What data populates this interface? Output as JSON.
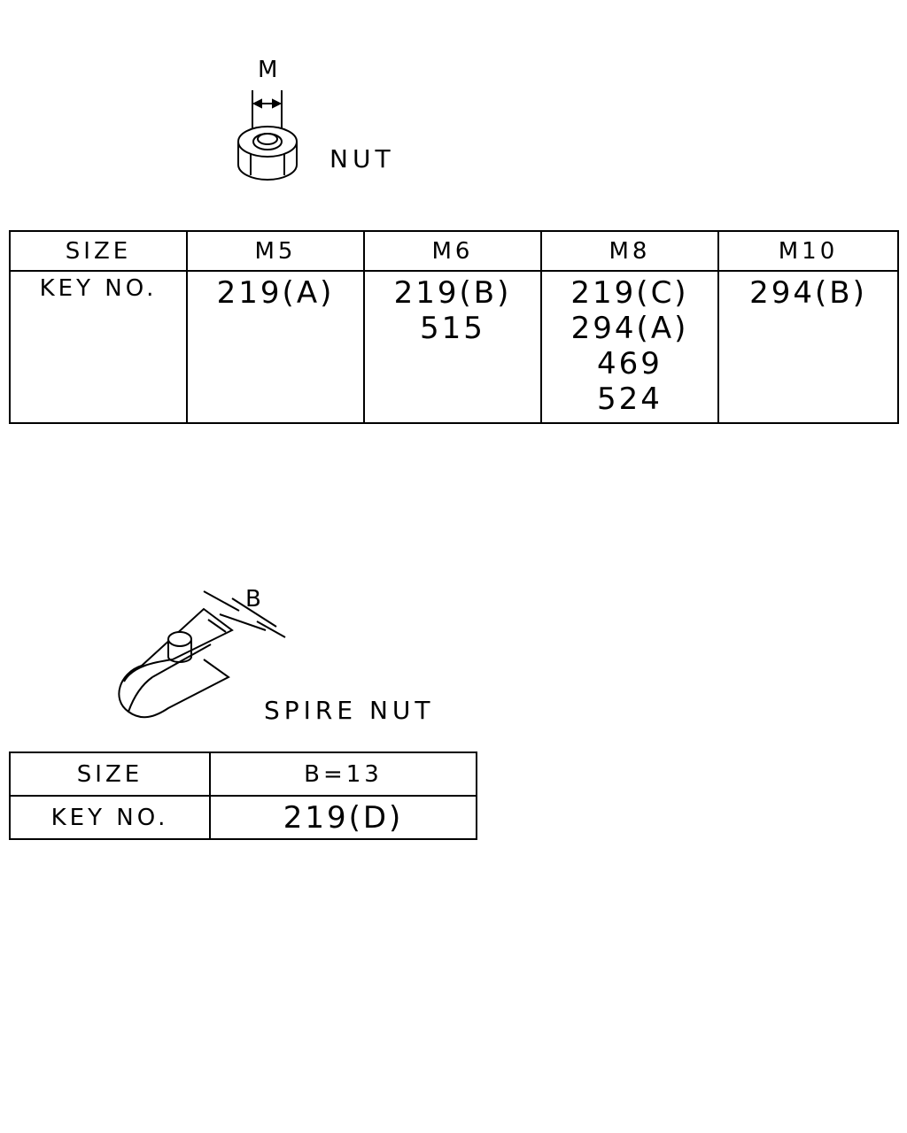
{
  "nut": {
    "dimension_label": "M",
    "caption": "NUT",
    "table": {
      "size_header": "SIZE",
      "key_header": "KEY NO.",
      "columns": [
        {
          "size": "M5",
          "keys": [
            "219(A)"
          ]
        },
        {
          "size": "M6",
          "keys": [
            "219(B)",
            "515"
          ]
        },
        {
          "size": "M8",
          "keys": [
            "219(C)",
            "294(A)",
            "469",
            "524"
          ]
        },
        {
          "size": "M10",
          "keys": [
            "294(B)"
          ]
        }
      ]
    }
  },
  "spire_nut": {
    "dimension_label": "B",
    "caption": "SPIRE NUT",
    "table": {
      "size_header": "SIZE",
      "key_header": "KEY NO.",
      "size_value": "B=13",
      "key_value": "219(D)"
    }
  }
}
